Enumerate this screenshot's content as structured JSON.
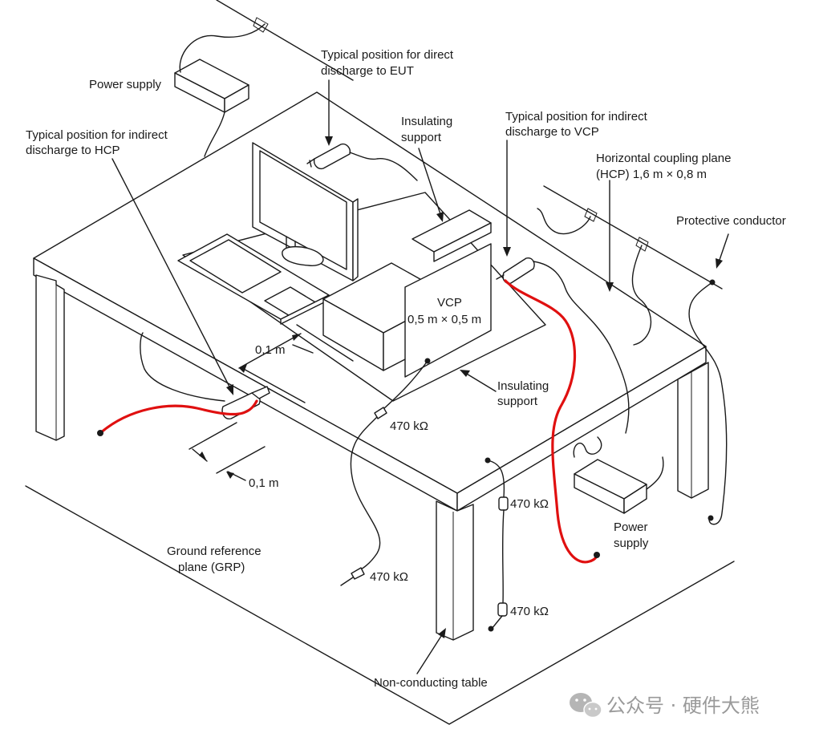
{
  "labels": {
    "power_supply_top": "Power supply",
    "direct_eut_1": "Typical position for direct",
    "direct_eut_2": "discharge to EUT",
    "indirect_hcp_1": "Typical position for indirect",
    "indirect_hcp_2": "discharge to HCP",
    "insulating_support_top_1": "Insulating",
    "insulating_support_top_2": "support",
    "indirect_vcp_1": "Typical position for indirect",
    "indirect_vcp_2": "discharge to VCP",
    "hcp_1": "Horizontal coupling plane",
    "hcp_2": "(HCP) 1,6 m × 0,8 m",
    "protective_conductor": "Protective conductor",
    "vcp_1": "VCP",
    "vcp_2": "0,5 m × 0,5 m",
    "dim_01_upper": "0,1 m",
    "dim_01_lower": "0,1 m",
    "insulating_support_bottom_1": "Insulating",
    "insulating_support_bottom_2": "support",
    "res_1": "470 kΩ",
    "res_2": "470 kΩ",
    "res_3": "470 kΩ",
    "res_4": "470 kΩ",
    "power_supply_bottom_1": "Power",
    "power_supply_bottom_2": "supply",
    "grp_1": "Ground reference",
    "grp_2": "plane (GRP)",
    "table": "Non-conducting table"
  },
  "watermark": {
    "text": "公众号 · 硬件大熊",
    "icon": "wechat-icon"
  },
  "colors": {
    "line": "#1a1a1a",
    "discharge_cable": "#e01010",
    "watermark": "#9a9a9a"
  }
}
